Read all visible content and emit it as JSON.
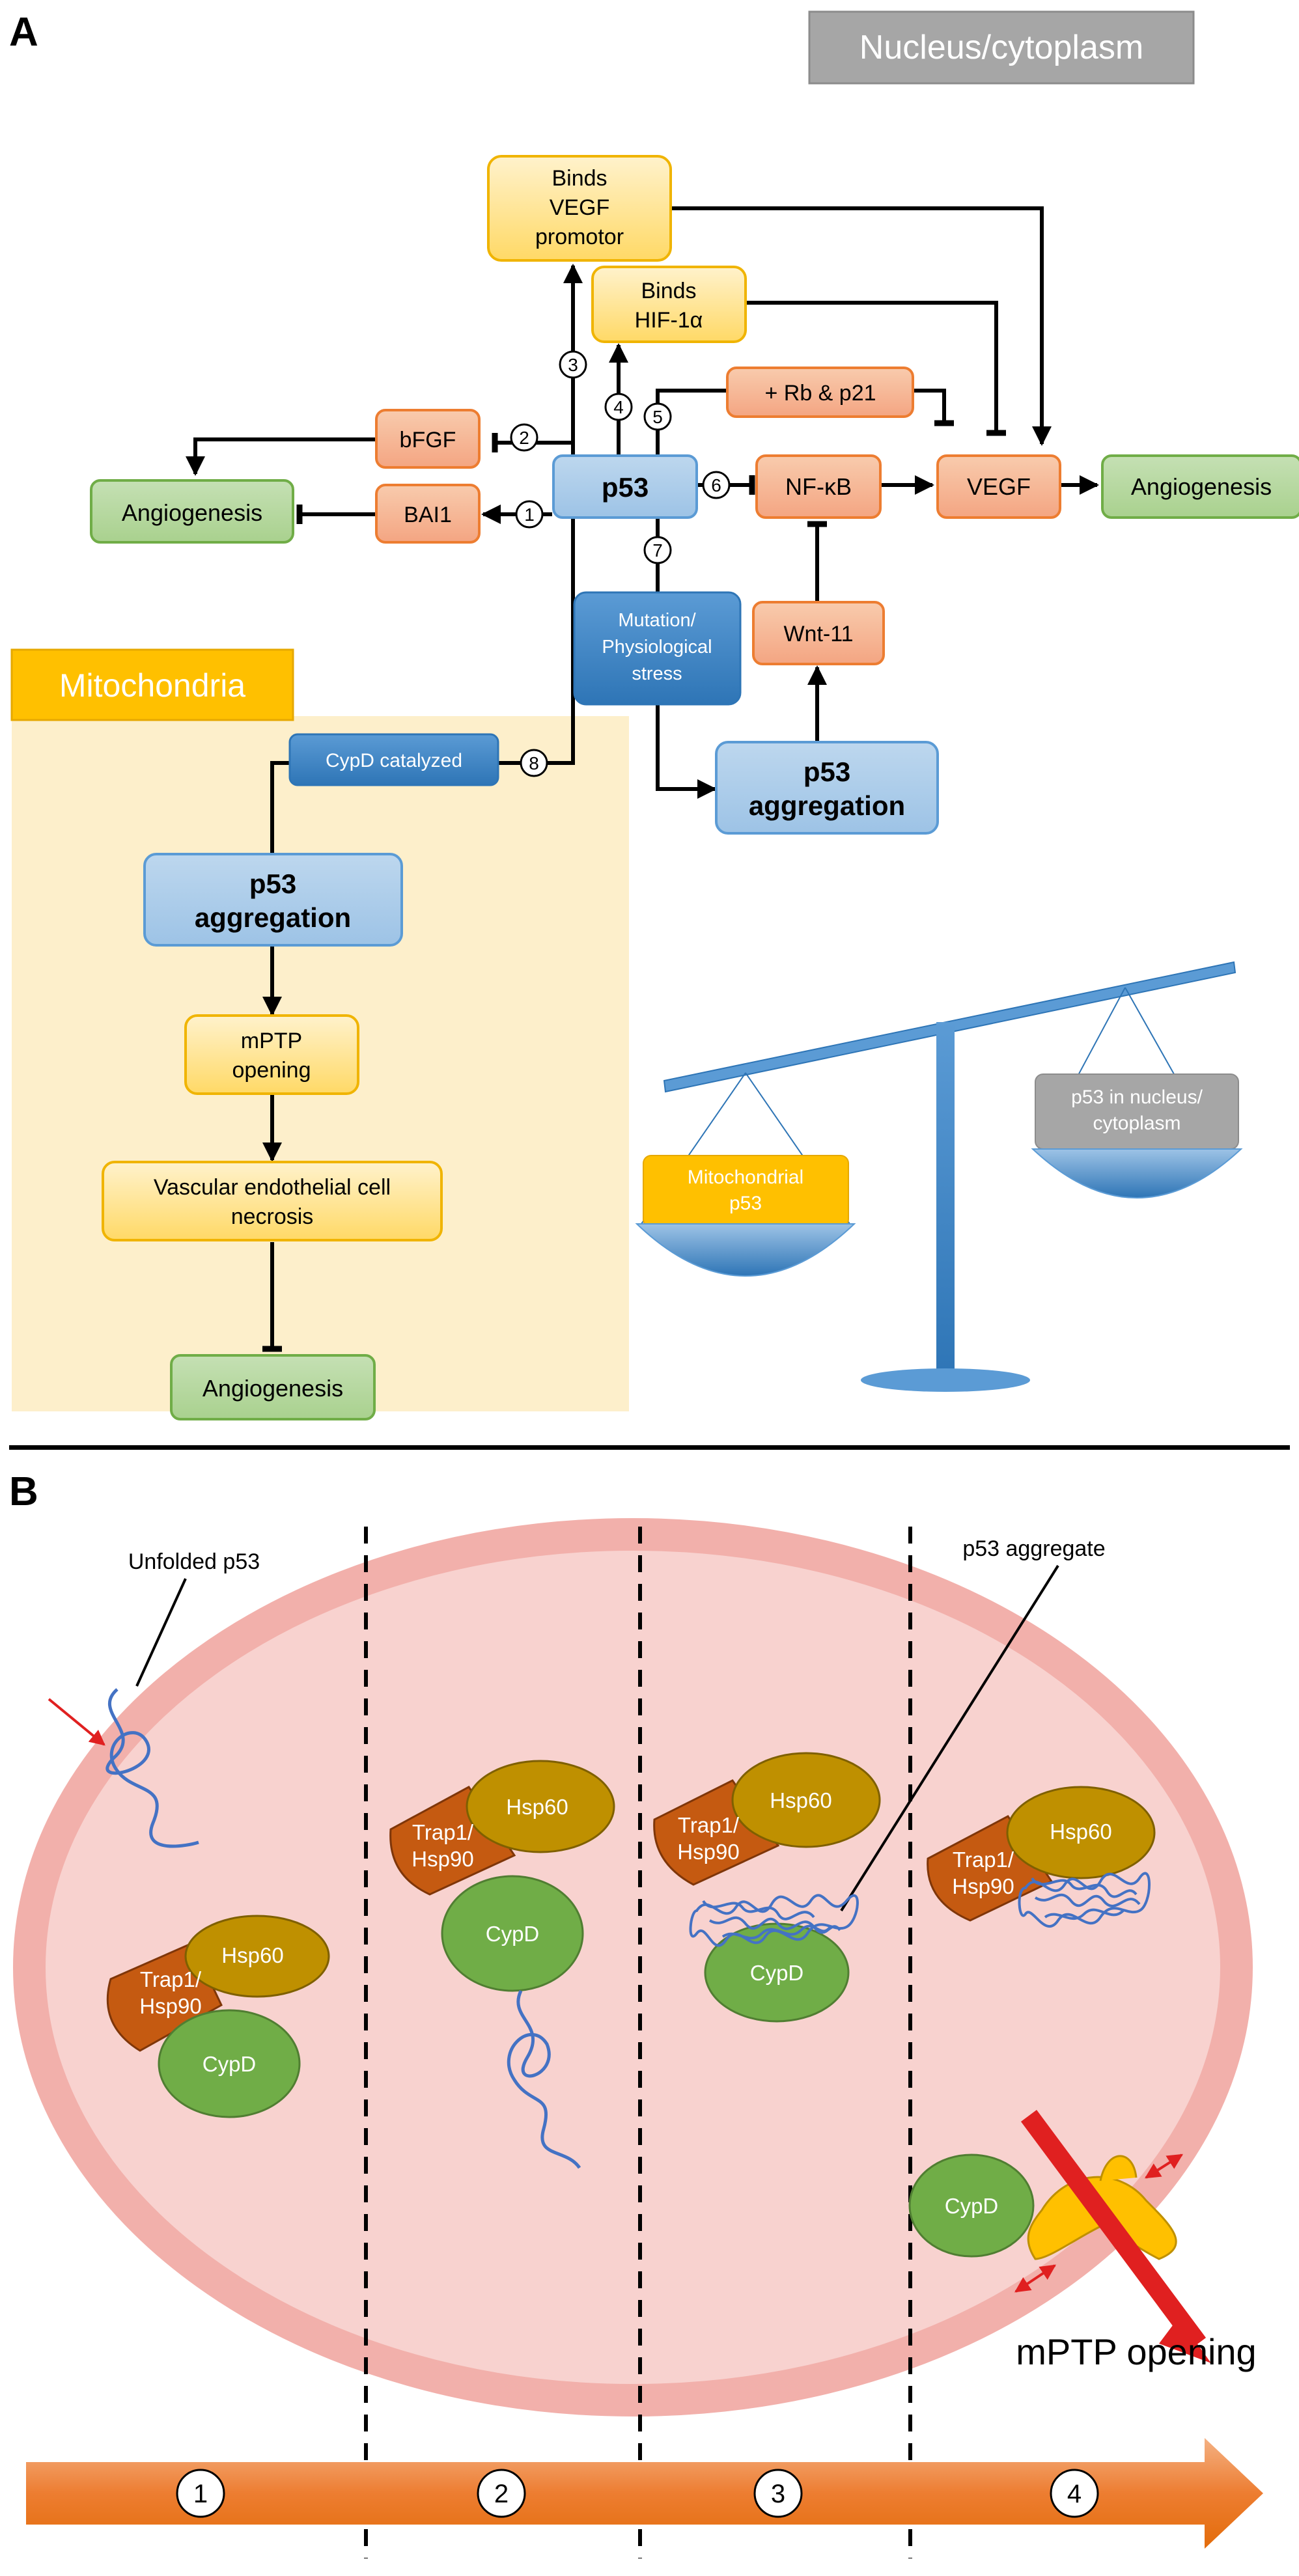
{
  "panel_a": {
    "label": "A",
    "nucleus_header": "Nucleus/cytoplasm",
    "mito_header": "Mitochondria",
    "nodes": {
      "binds_vegf": [
        "Binds",
        "VEGF",
        "promotor"
      ],
      "binds_hif": [
        "Binds",
        "HIF-1α"
      ],
      "rb_p21": "+ Rb & p21",
      "bfgf": "bFGF",
      "bai1": "BAI1",
      "angio_left": "Angiogenesis",
      "p53": "p53",
      "nfkb": "NF-κB",
      "vegf": "VEGF",
      "angio_right": "Angiogenesis",
      "mutation": [
        "Mutation/",
        "Physiological",
        "stress"
      ],
      "wnt11": "Wnt-11",
      "p53_agg_nuc": [
        "p53",
        "aggregation"
      ],
      "cypd_catalyzed": "CypD catalyzed",
      "p53_agg_mito": [
        "p53",
        "aggregation"
      ],
      "mptp": [
        "mPTP",
        "opening"
      ],
      "necrosis": [
        "Vascular endothelial cell",
        "necrosis"
      ],
      "angio_mito": "Angiogenesis"
    },
    "circle_numbers": [
      "1",
      "2",
      "3",
      "4",
      "5",
      "6",
      "7",
      "8"
    ],
    "balance": {
      "left_label": [
        "Mitochondrial",
        "p53"
      ],
      "right_label": [
        "p53 in nucleus/",
        "cytoplasm"
      ]
    }
  },
  "panel_b": {
    "label": "B",
    "callouts": {
      "unfolded": "Unfolded p53",
      "aggregate": "p53 aggregate"
    },
    "complex": {
      "trap": [
        "Trap1/",
        "Hsp90"
      ],
      "hsp60": "Hsp60",
      "cypd": "CypD"
    },
    "mptp_label": "mPTP opening",
    "steps": [
      "1",
      "2",
      "3",
      "4"
    ]
  },
  "colors": {
    "orange_box": "#f6b8a0",
    "yellow_box": "#ffe195",
    "green_box": "#a9d18e",
    "blue_box": "#a6c4ea",
    "mito_bg": "#fdefcb",
    "cell_fill": "#f8d2cf",
    "cell_ring": "#f2b0ab",
    "arrow_orange": "#ec7a33",
    "cypd_green": "#70ad47",
    "trap_red": "#c55a11",
    "hsp60_gold": "#bf9000"
  }
}
